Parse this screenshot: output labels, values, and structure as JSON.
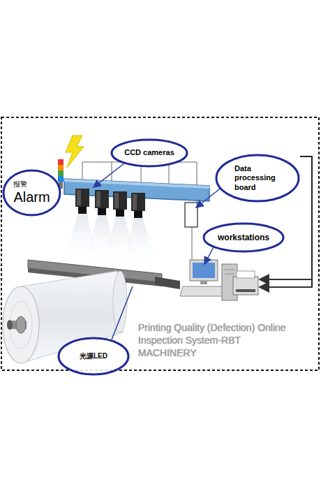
{
  "diagram": {
    "nodes": [
      {
        "text": [
          "CCD cameras"
        ]
      },
      {
        "text": [
          "报警",
          "Alarm"
        ]
      },
      {
        "text": [
          "Data processing board"
        ]
      },
      {
        "text": [
          "workstations"
        ]
      },
      {
        "text": [
          "光源LED"
        ]
      }
    ],
    "labels": [
      "Printing Quality (Defection) Online Inspection System-RBT MACHINERY"
    ]
  }
}
